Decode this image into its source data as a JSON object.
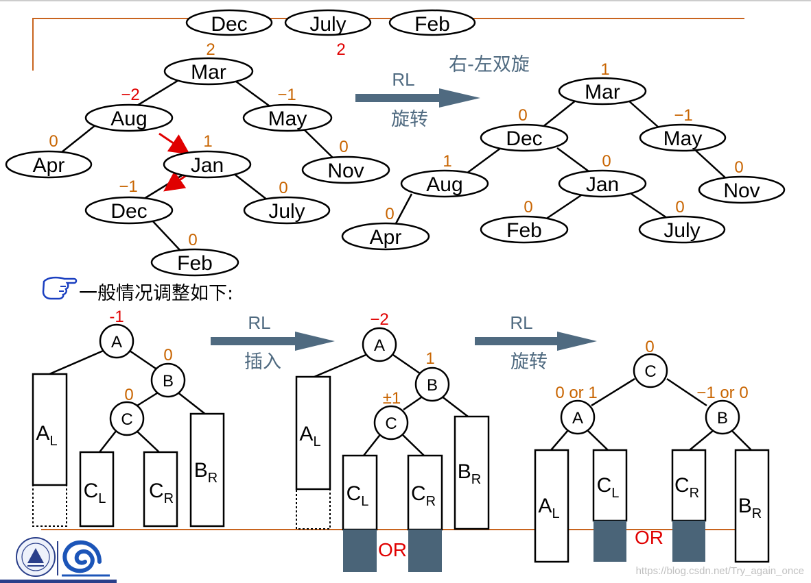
{
  "header": {
    "inserted_keys": [
      "Dec",
      "July",
      "Feb"
    ]
  },
  "top_section": {
    "rotation_label": "RL",
    "rotation_caption": "旋转",
    "rotation_title": "右-左双旋",
    "before_tree": {
      "nodes": {
        "mar": {
          "label": "Mar",
          "bf": "2"
        },
        "aug": {
          "label": "Aug",
          "bf": "−2"
        },
        "may": {
          "label": "May",
          "bf": "−1"
        },
        "apr": {
          "label": "Apr",
          "bf": "0"
        },
        "jan": {
          "label": "Jan",
          "bf": "1"
        },
        "nov": {
          "label": "Nov",
          "bf": "0"
        },
        "dec": {
          "label": "Dec",
          "bf": "−1"
        },
        "july": {
          "label": "July",
          "bf": "0"
        },
        "feb": {
          "label": "Feb",
          "bf": "0"
        }
      },
      "extra_bf": "2"
    },
    "after_tree": {
      "nodes": {
        "mar": {
          "label": "Mar",
          "bf": "1"
        },
        "dec": {
          "label": "Dec",
          "bf": "0"
        },
        "may": {
          "label": "May",
          "bf": "−1"
        },
        "aug": {
          "label": "Aug",
          "bf": "1"
        },
        "jan": {
          "label": "Jan",
          "bf": "0"
        },
        "nov": {
          "label": "Nov",
          "bf": "0"
        },
        "apr": {
          "label": "Apr",
          "bf": "0"
        },
        "feb": {
          "label": "Feb",
          "bf": "0"
        },
        "july": {
          "label": "July",
          "bf": "0"
        }
      }
    }
  },
  "general_note": "一般情况调整如下:",
  "bottom_section": {
    "step1": {
      "a": {
        "label": "A",
        "bf": "-1"
      },
      "b": {
        "label": "B",
        "bf": "0"
      },
      "c": {
        "label": "C",
        "bf": "0"
      },
      "al": {
        "main": "A",
        "sub": "L"
      },
      "cl": {
        "main": "C",
        "sub": "L"
      },
      "cr": {
        "main": "C",
        "sub": "R"
      },
      "br": {
        "main": "B",
        "sub": "R"
      }
    },
    "arrow1": {
      "label": "RL",
      "caption": "插入"
    },
    "step2": {
      "a": {
        "label": "A",
        "bf": "−2"
      },
      "b": {
        "label": "B",
        "bf": "1"
      },
      "c": {
        "label": "C",
        "bf": "±1"
      },
      "al": {
        "main": "A",
        "sub": "L"
      },
      "cl": {
        "main": "C",
        "sub": "L"
      },
      "cr": {
        "main": "C",
        "sub": "R"
      },
      "br": {
        "main": "B",
        "sub": "R"
      },
      "or_label": "OR"
    },
    "arrow2": {
      "label": "RL",
      "caption": "旋转"
    },
    "step3": {
      "c": {
        "label": "C",
        "bf": "0"
      },
      "a": {
        "label": "A",
        "bf": "0 or 1"
      },
      "b": {
        "label": "B",
        "bf": "−1 or 0"
      },
      "al": {
        "main": "A",
        "sub": "L"
      },
      "cl": {
        "main": "C",
        "sub": "L"
      },
      "cr": {
        "main": "C",
        "sub": "R"
      },
      "br": {
        "main": "B",
        "sub": "R"
      },
      "or_label": "OR"
    }
  },
  "watermark": "https://blog.csdn.net/Try_again_once",
  "colors": {
    "orange_bf": "#c86400",
    "red_bf": "#e00000",
    "arrow": "#4f6a80",
    "guide_line": "#c8641e",
    "shaded_box": "#4a6478",
    "title_text": "#4f6a80"
  }
}
